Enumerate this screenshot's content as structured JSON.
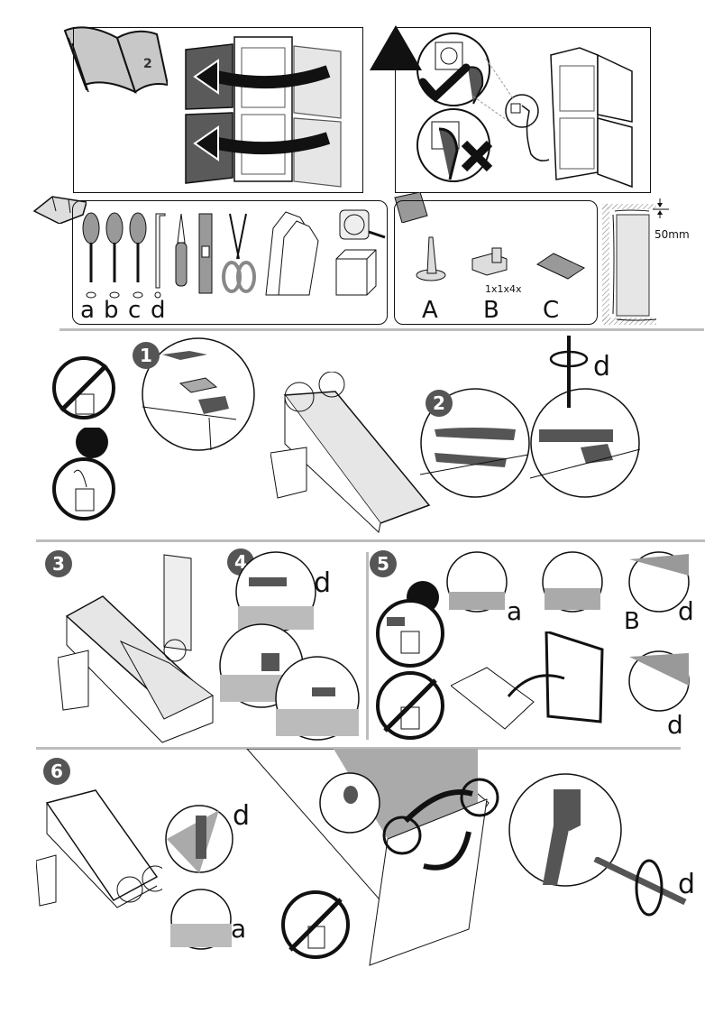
{
  "document": {
    "type": "appliance installation instructions (door reversal, fridge-freezer)",
    "colors": {
      "ink": "#111111",
      "step_badge": "#555555",
      "divider": "#bdbdbd",
      "door_dark": "#5a5a5a",
      "door_light": "#e6e6e6",
      "part_gray": "#8a8a8a"
    }
  },
  "top": {
    "manual_icon": {
      "page_number": "2"
    },
    "door_reversal_panel": {
      "description": "Move doors from right side to left side"
    },
    "warning_panel": {
      "description": "Unplug appliance before starting",
      "correct": "check-mark",
      "incorrect": "x-mark"
    }
  },
  "tools": {
    "labels": [
      "a",
      "b",
      "c",
      "d"
    ],
    "items": [
      "flat screwdriver",
      "phillips screwdriver",
      "pozidriv screwdriver",
      "hex key",
      "knife",
      "spirit level",
      "scissors",
      "gloves",
      "tape measure",
      "box"
    ]
  },
  "parts": {
    "labels": [
      "A",
      "B",
      "C"
    ],
    "quantity": "1x1x4x"
  },
  "clearance": {
    "value": "50mm"
  },
  "steps": [
    {
      "number": "1"
    },
    {
      "number": "2",
      "tool": "d"
    },
    {
      "number": "3"
    },
    {
      "number": "4",
      "tool": "d"
    },
    {
      "number": "5",
      "tools": [
        "a",
        "d",
        "d"
      ],
      "part": "B"
    },
    {
      "number": "6",
      "tools": [
        "d",
        "a",
        "d"
      ]
    }
  ]
}
